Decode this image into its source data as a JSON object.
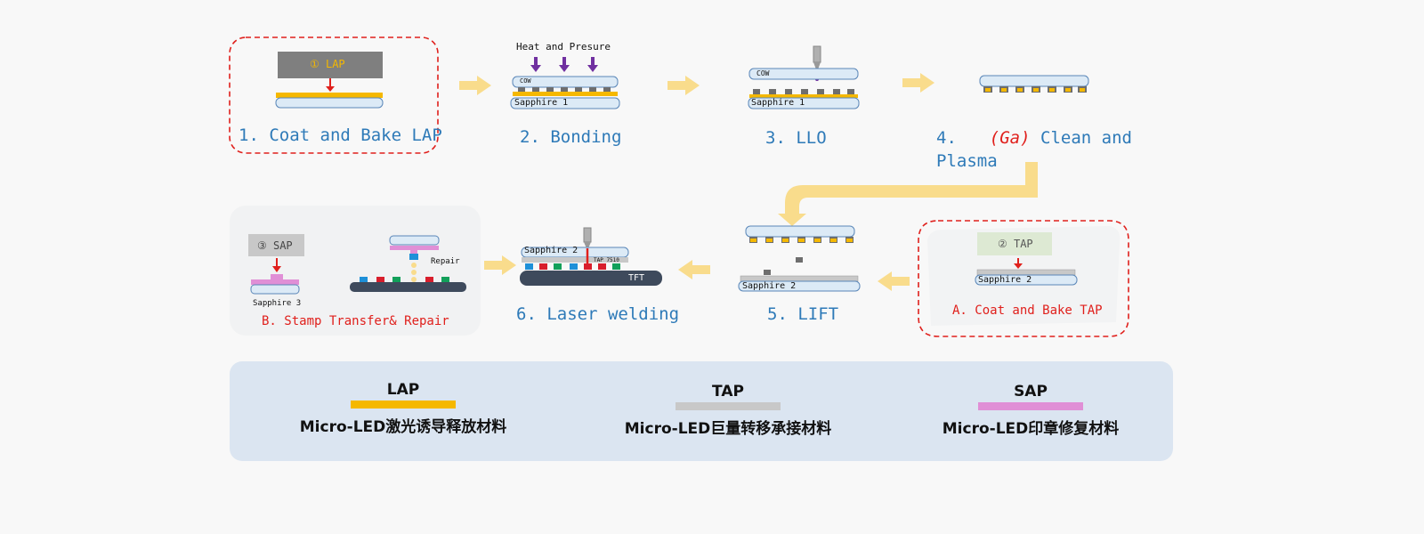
{
  "steps": {
    "s1": "1.  Coat and Bake LAP",
    "s2": "2.  Bonding",
    "s3": "3.  LLO",
    "s4_num": "4.",
    "s4_ga": "(Ga)",
    "s4_rest": "Clean and",
    "s4_line2": "Plasma",
    "s5": "5.   LIFT",
    "s6": "6.   Laser welding",
    "sA": "A.   Coat and Bake TAP",
    "sB": "B.   Stamp Transfer& Repair"
  },
  "labels": {
    "lap_box": "① LAP",
    "tap_box": "② TAP",
    "sap_box": "③ SAP",
    "heat": "Heat and Presure",
    "cow": "COW",
    "sapphire1": "Sapphire 1",
    "sapphire2": "Sapphire 2",
    "sapphire3": "Sapphire 3",
    "repair": "Repair",
    "tft": "TFT",
    "tap7510": "TAP 7510"
  },
  "legend": [
    {
      "name": "LAP",
      "color": "#f5b800",
      "desc": "Micro-LED激光诱导释放材料"
    },
    {
      "name": "TAP",
      "color": "#c8c8c8",
      "desc": "Micro-LED巨量转移承接材料"
    },
    {
      "name": "SAP",
      "color": "#e08fd6",
      "desc": "Micro-LED印章修复材料"
    }
  ],
  "colors": {
    "step_label": "#2e7ab8",
    "accent_red": "#e0201c",
    "arrow": "#f9dc8c",
    "substrate": "#dceaf6",
    "lap": "#f5b800",
    "sap": "#e08fd6",
    "chip": "#6e6e6e",
    "tft": "#3e4a5c"
  }
}
